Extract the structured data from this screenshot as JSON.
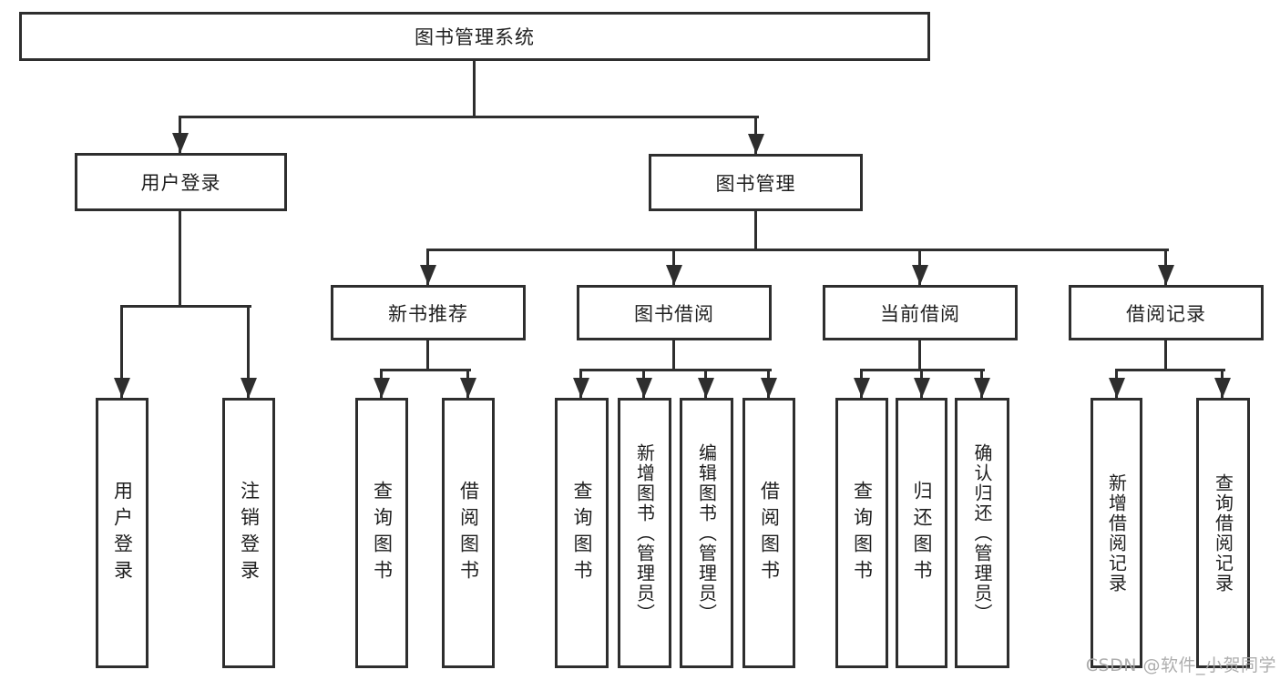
{
  "diagram": {
    "root": {
      "label": "图书管理系统"
    },
    "branches": [
      {
        "label": "用户登录",
        "children": [
          {
            "label": "用户登录"
          },
          {
            "label": "注销登录"
          }
        ]
      },
      {
        "label": "图书管理",
        "children": [
          {
            "label": "新书推荐",
            "children": [
              {
                "label": "查询图书"
              },
              {
                "label": "借阅图书"
              }
            ]
          },
          {
            "label": "图书借阅",
            "children": [
              {
                "label": "查询图书"
              },
              {
                "label": "新增图书（管理员）"
              },
              {
                "label": "编辑图书（管理员）"
              },
              {
                "label": "借阅图书"
              }
            ]
          },
          {
            "label": "当前借阅",
            "children": [
              {
                "label": "查询图书"
              },
              {
                "label": "归还图书"
              },
              {
                "label": "确认归还（管理员）"
              }
            ]
          },
          {
            "label": "借阅记录",
            "children": [
              {
                "label": "新增借阅记录"
              },
              {
                "label": "查询借阅记录"
              }
            ]
          }
        ]
      }
    ],
    "colors": {
      "line": "#2e2e2e",
      "text": "#1f1f1f",
      "background": "#ffffff",
      "watermark": "#a6a6a6"
    }
  },
  "watermark": {
    "text": "CSDN @软件_小贺同学"
  }
}
